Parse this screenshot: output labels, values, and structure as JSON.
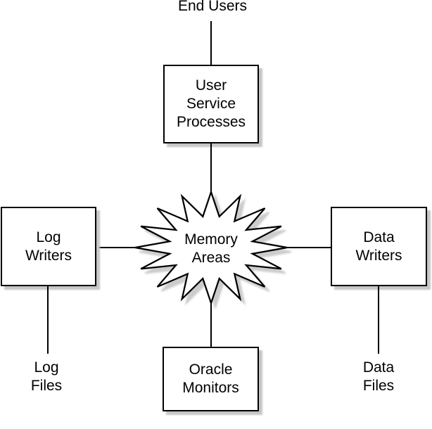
{
  "diagram": {
    "description": "Oracle server architecture diagram",
    "colors": {
      "background": "#ffffff",
      "stroke": "#000000",
      "text": "#000000",
      "shadow": "#c6c6c6"
    },
    "nodes": {
      "end_users": {
        "label": "End Users",
        "shape": "text"
      },
      "user_service_processes": {
        "label": "User\nService\nProcesses",
        "shape": "box"
      },
      "memory_areas": {
        "label": "Memory\nAreas",
        "shape": "starburst"
      },
      "log_writers": {
        "label": "Log\nWriters",
        "shape": "box"
      },
      "data_writers": {
        "label": "Data\nWriters",
        "shape": "box"
      },
      "oracle_monitors": {
        "label": "Oracle\nMonitors",
        "shape": "box"
      },
      "log_files": {
        "label": "Log\nFiles",
        "shape": "text"
      },
      "data_files": {
        "label": "Data\nFiles",
        "shape": "text"
      }
    },
    "connections": [
      {
        "from": "end_users",
        "to": "user_service_processes"
      },
      {
        "from": "user_service_processes",
        "to": "memory_areas"
      },
      {
        "from": "log_writers",
        "to": "memory_areas"
      },
      {
        "from": "memory_areas",
        "to": "data_writers"
      },
      {
        "from": "memory_areas",
        "to": "oracle_monitors"
      },
      {
        "from": "log_writers",
        "to": "log_files"
      },
      {
        "from": "data_writers",
        "to": "data_files"
      }
    ]
  }
}
